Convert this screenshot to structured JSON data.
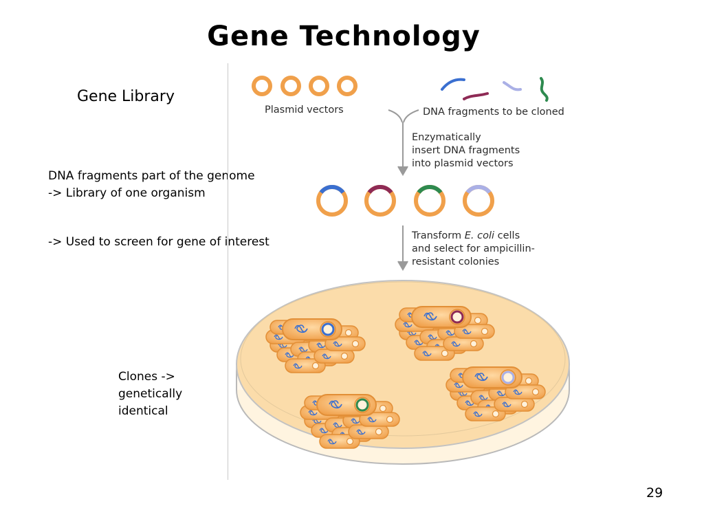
{
  "slide": {
    "title": "Gene Technology",
    "subtitle": "Gene Library",
    "text_block_1": [
      "DNA fragments part of the genome",
      "-> Library of one organism"
    ],
    "text_block_2": "-> Used to screen for gene of interest",
    "clones_text": [
      "Clones ->",
      "genetically",
      "identical"
    ],
    "page_number": "29"
  },
  "figure": {
    "plasmid_label": "Plasmid vectors",
    "dna_label": "DNA fragments to be cloned",
    "step1": [
      "Enzymatically",
      "insert DNA fragments",
      "into plasmid vectors"
    ],
    "step2_line1_prefix": "Transform ",
    "step2_line1_italic": "E. coli",
    "step2_line1_suffix": " cells",
    "step2_line2": "and select for ampicillin-",
    "step2_line3": "resistant colonies",
    "colors": {
      "plasmid_ring": "#f0a04b",
      "fragment_blue": "#3a6fd0",
      "fragment_purple": "#8e2a55",
      "fragment_lavender": "#aab0e6",
      "fragment_green": "#2e8a4f",
      "cell_fill": "#f7b567",
      "dish_agar": "#fbdcaa"
    }
  }
}
